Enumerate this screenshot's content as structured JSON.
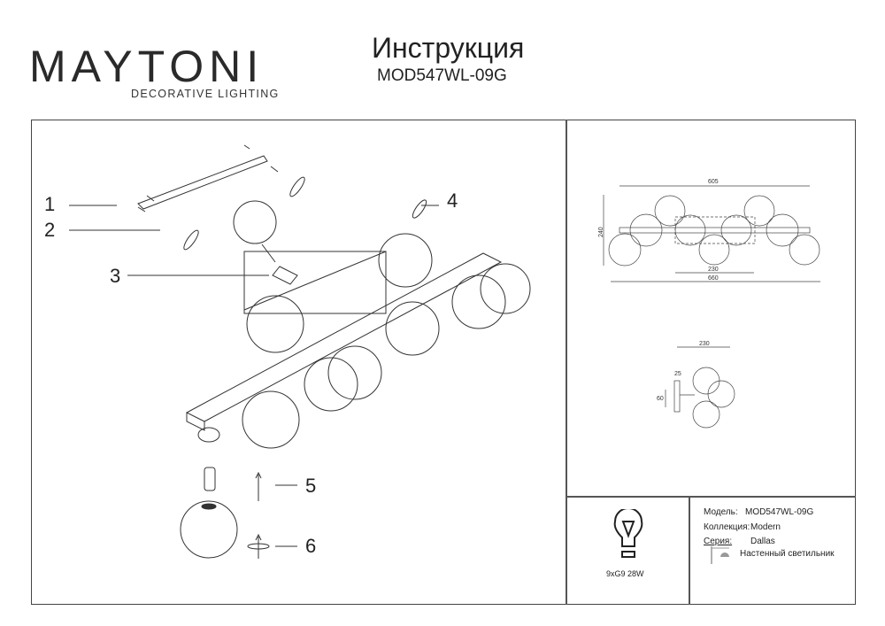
{
  "header": {
    "brand": "MAYTONI",
    "brand_sub": "DECORATIVE LIGHTING",
    "title": "Инструкция",
    "model": "MOD547WL-09G"
  },
  "steps": [
    "1",
    "2",
    "3",
    "4",
    "5",
    "6"
  ],
  "dimensions": {
    "width_total": "605",
    "height": "240",
    "center": "230",
    "length": "660",
    "side_width": "230",
    "depth": "25",
    "mount": "60"
  },
  "bulb": {
    "spec": "9xG9 28W"
  },
  "specs": {
    "model_label": "Модель:",
    "model_value": "MOD547WL-09G",
    "collection_label": "Коллекция:",
    "collection_value": "Modern",
    "series_label": "Серия:",
    "series_value": "Dallas",
    "type": "Настенный светильник"
  }
}
